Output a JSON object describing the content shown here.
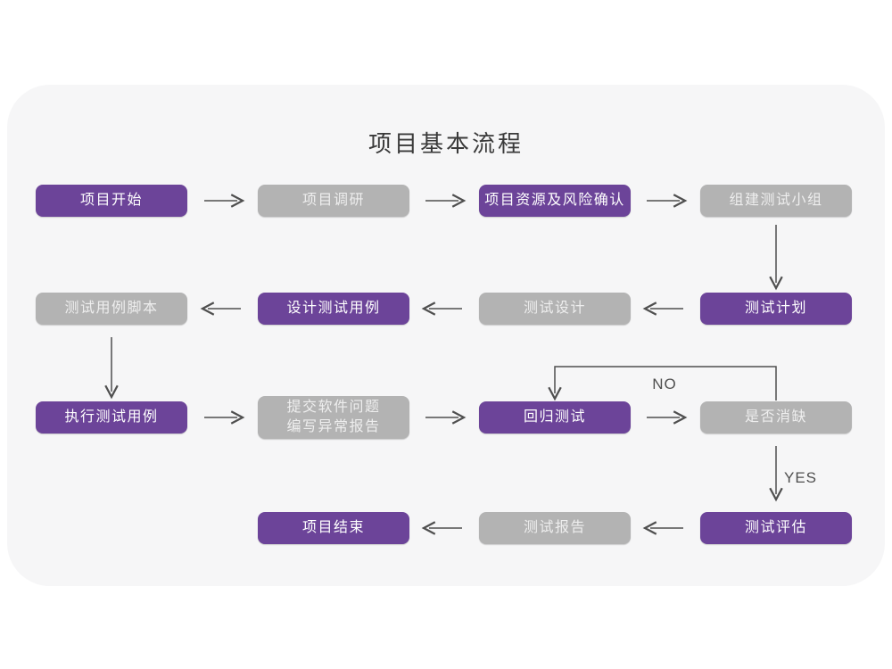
{
  "title": "项目基本流程",
  "decision_labels": {
    "no": "NO",
    "yes": "YES"
  },
  "colors": {
    "node-purple": "#6c4499",
    "node-gray": "#b3b3b3",
    "card-bg": "#f6f6f7",
    "arrow": "#4f4f4f",
    "title-color": "#3a3a3a"
  },
  "nodes": [
    {
      "id": "project-start",
      "label": "项目开始",
      "variant": "purple"
    },
    {
      "id": "project-research",
      "label": "项目调研",
      "variant": "gray"
    },
    {
      "id": "resources-risk-confirm",
      "label": "项目资源及风险确认",
      "variant": "purple"
    },
    {
      "id": "build-test-team",
      "label": "组建测试小组",
      "variant": "gray"
    },
    {
      "id": "test-case-script",
      "label": "测试用例脚本",
      "variant": "gray"
    },
    {
      "id": "design-test-case",
      "label": "设计测试用例",
      "variant": "purple"
    },
    {
      "id": "test-design",
      "label": "测试设计",
      "variant": "gray"
    },
    {
      "id": "test-plan",
      "label": "测试计划",
      "variant": "purple"
    },
    {
      "id": "execute-test-case",
      "label": "执行测试用例",
      "variant": "purple"
    },
    {
      "id": "submit-issues-report",
      "label": "提交软件问题\n编写异常报告",
      "variant": "gray"
    },
    {
      "id": "regression-test",
      "label": "回归测试",
      "variant": "purple"
    },
    {
      "id": "defect-eliminated",
      "label": "是否消缺",
      "variant": "gray"
    },
    {
      "id": "project-end",
      "label": "项目结束",
      "variant": "purple"
    },
    {
      "id": "test-report",
      "label": "测试报告",
      "variant": "gray"
    },
    {
      "id": "test-evaluation",
      "label": "测试评估",
      "variant": "purple"
    }
  ]
}
